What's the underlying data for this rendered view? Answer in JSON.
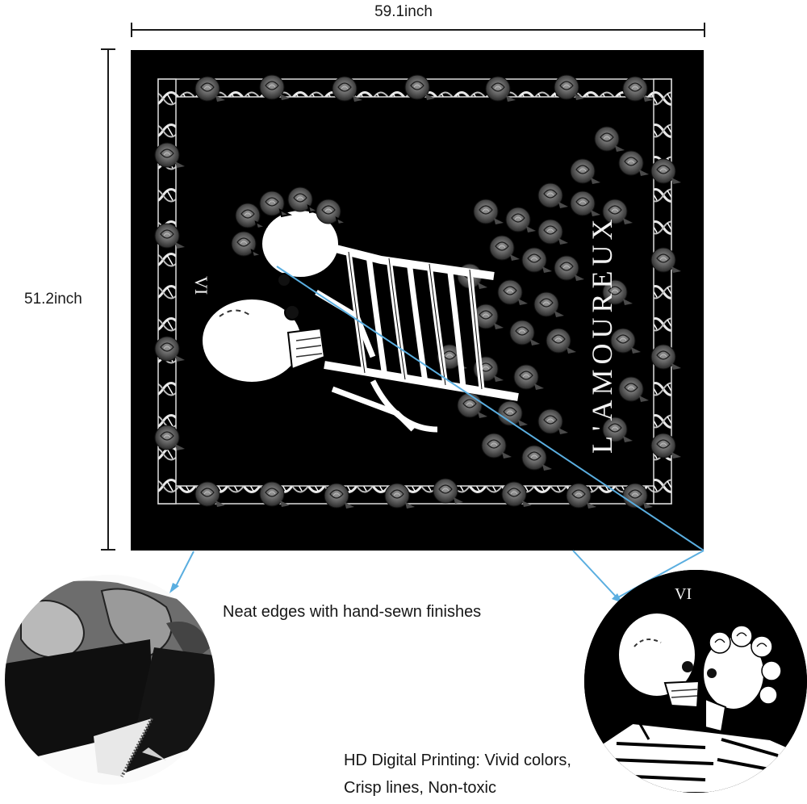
{
  "dimensions": {
    "width_label": "59.1inch",
    "height_label": "51.2inch"
  },
  "tapestry": {
    "card_number": "VI",
    "card_title": "L'AMOUREUX",
    "background_color": "#000000",
    "art_color": "#ffffff",
    "rose_color": "#6e6e6e"
  },
  "callouts": {
    "edge_detail": {
      "caption": "Neat edges with hand-sewn finishes"
    },
    "print_detail": {
      "caption_line1": "HD Digital Printing: Vivid colors,",
      "caption_line2": "Crisp lines, Non-toxic",
      "card_number": "VI"
    },
    "arrow_color": "#5aaee0"
  }
}
